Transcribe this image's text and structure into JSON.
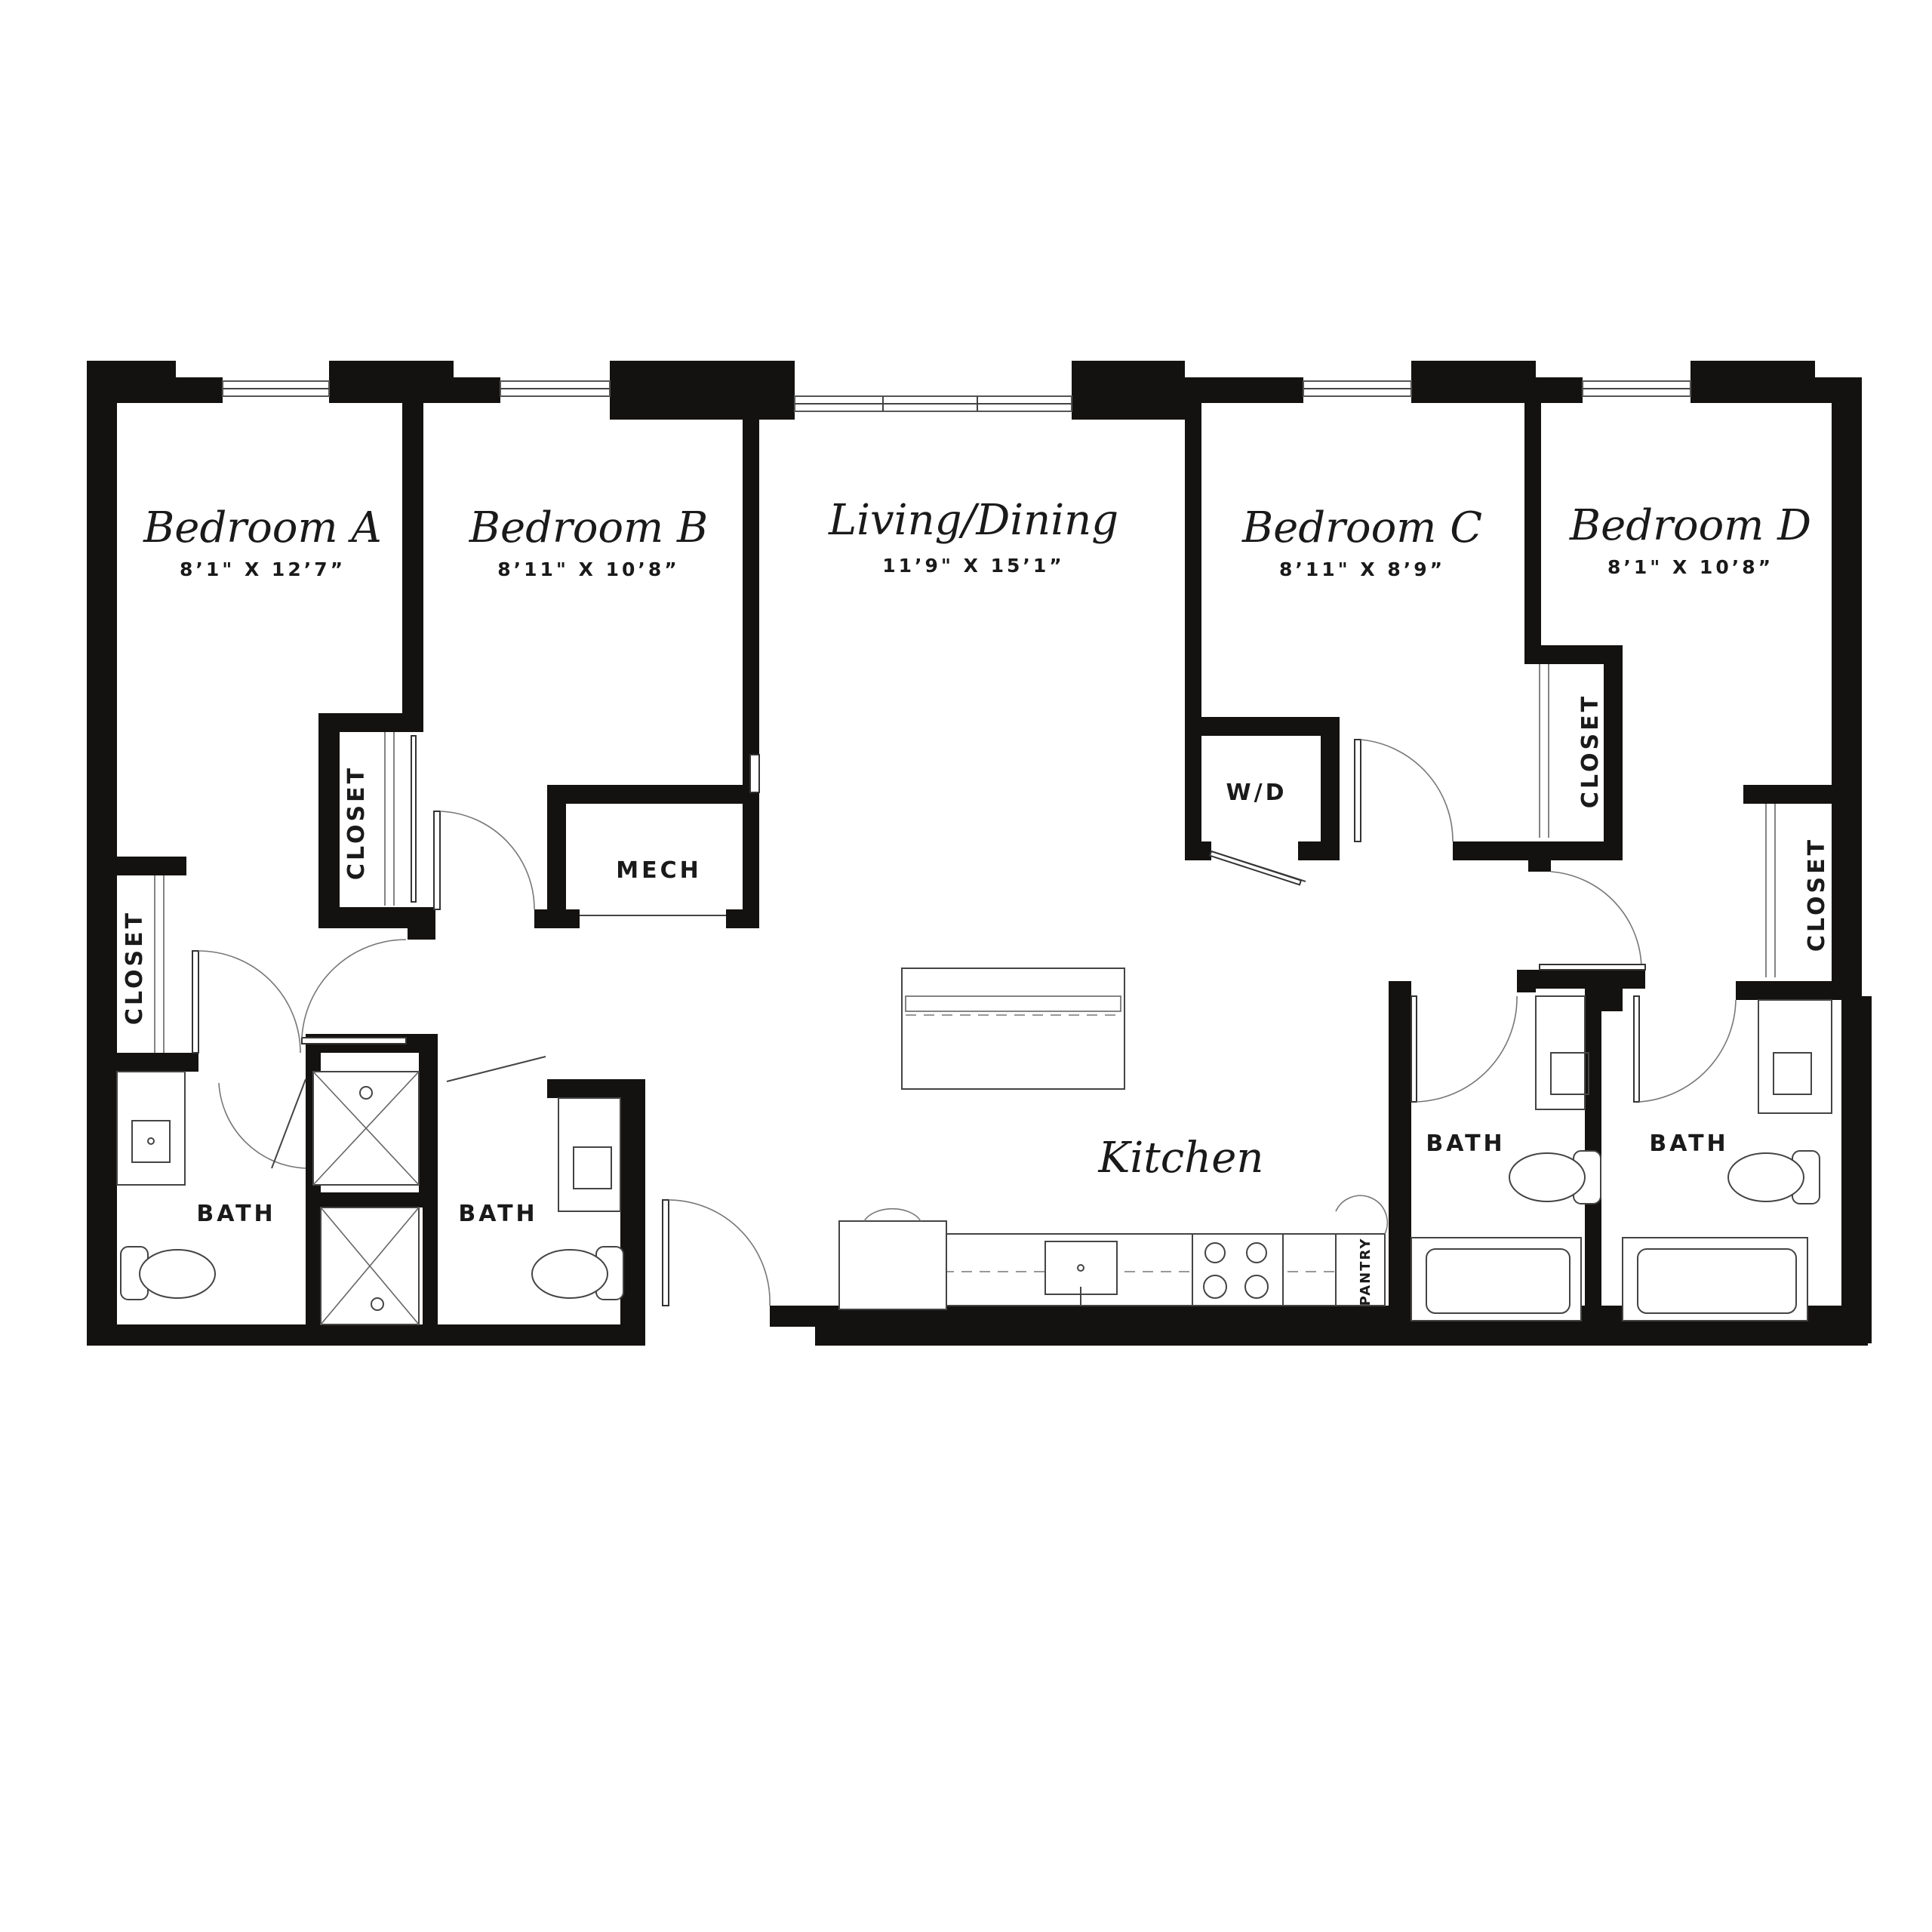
{
  "rooms": {
    "bedroom_a": {
      "name": "Bedroom A",
      "dims": "8’1\" X 12’7”"
    },
    "bedroom_b": {
      "name": "Bedroom B",
      "dims": "8’11\" X 10’8”"
    },
    "living": {
      "name": "Living/Dining",
      "dims": "11’9\" X 15’1”"
    },
    "bedroom_c": {
      "name": "Bedroom C",
      "dims": "8’11\" X 8’9”"
    },
    "bedroom_d": {
      "name": "Bedroom D",
      "dims": "8’1\" X 10’8”"
    },
    "kitchen": {
      "name": "Kitchen"
    }
  },
  "labels": {
    "closet": "CLOSET",
    "mech": "MECH",
    "wd": "W/D",
    "bath": "BATH",
    "pantry": "PANTRY"
  }
}
